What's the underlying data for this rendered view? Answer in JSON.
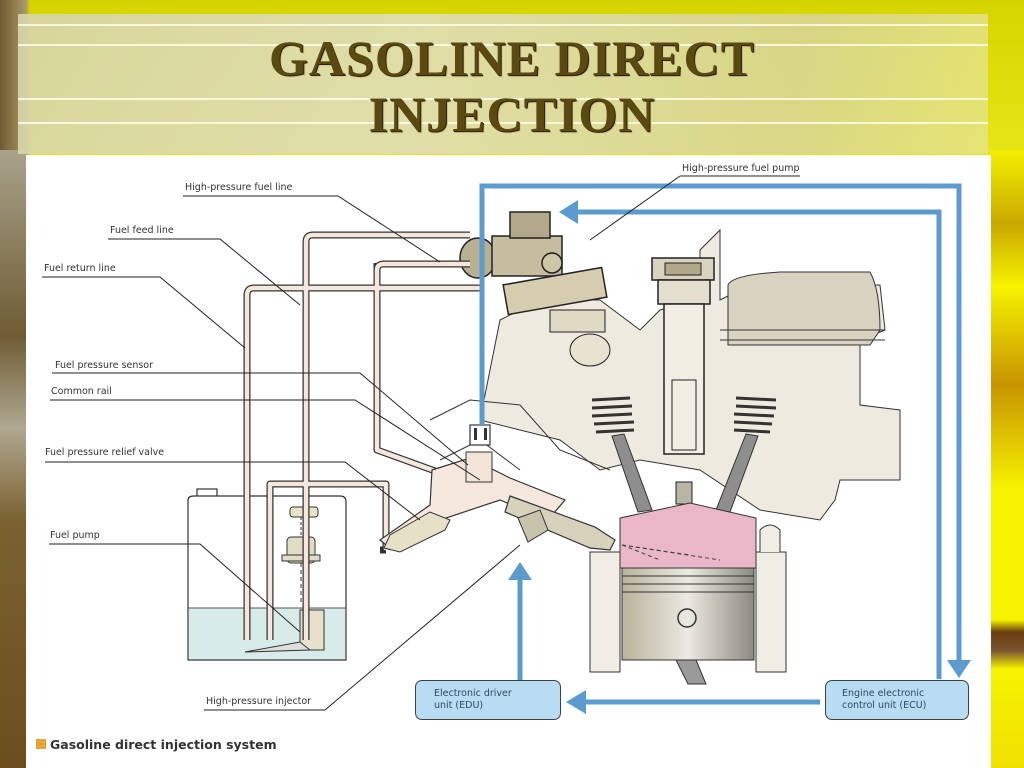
{
  "slide": {
    "title_line1": "GASOLINE DIRECT",
    "title_line2": "INJECTION"
  },
  "diagram": {
    "labels": {
      "high_pressure_fuel_line": "High-pressure fuel line",
      "fuel_feed_line": "Fuel feed line",
      "fuel_return_line": "Fuel return line",
      "fuel_pressure_sensor": "Fuel pressure sensor",
      "common_rail": "Common rail",
      "fuel_pressure_relief_valve": "Fuel pressure relief valve",
      "fuel_pump": "Fuel pump",
      "high_pressure_injector": "High-pressure injector",
      "high_pressure_fuel_pump": "High-pressure fuel pump"
    },
    "boxes": {
      "edu_line1": "Electronic driver",
      "edu_line2": "unit (EDU)",
      "ecu_line1": "Engine electronic",
      "ecu_line2": "control unit (ECU)"
    },
    "caption": "Gasoline direct injection system",
    "colors": {
      "signal_wire": "#5b9bd0",
      "fuel_line_fill": "#f6e7dc",
      "combustion_chamber": "#e9b7c8",
      "box_fill": "#b8dcf2",
      "caption_marker": "#e8a33a",
      "title_text": "#5a4a12"
    }
  }
}
